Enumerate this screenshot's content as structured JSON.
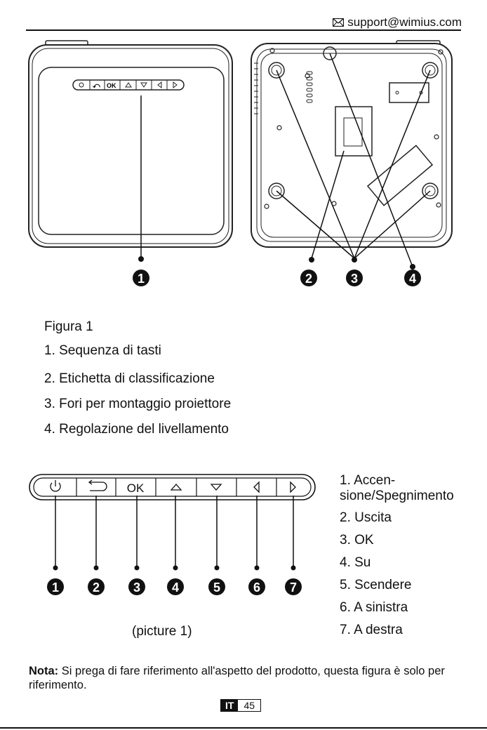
{
  "header": {
    "email": "support@wimius.com",
    "icon": "envelope-icon"
  },
  "figure1": {
    "callouts": [
      "1",
      "2",
      "3",
      "4"
    ],
    "button_labels": [
      "OK"
    ]
  },
  "caption_list": {
    "title": "Figura 1",
    "items": [
      "1. Sequenza di tasti",
      "2. Etichetta di classificazione",
      "3. Fori per montaggio proiettore",
      "4. Regolazione del livellamento"
    ]
  },
  "button_strip": {
    "ok_label": "OK",
    "callouts": [
      "1",
      "2",
      "3",
      "4",
      "5",
      "6",
      "7"
    ],
    "caption": "(picture 1)"
  },
  "button_legend": {
    "items": [
      "1. Accen-\nsione/Spegnimento",
      "2. Uscita",
      "3. OK",
      "4. Su",
      "5. Scendere",
      "6. A sinistra",
      "7. A destra"
    ]
  },
  "note": {
    "label": "Nota:",
    "text": " Si prega di fare riferimento all'aspetto del prodotto, questa figura è solo per riferimento."
  },
  "footer": {
    "lang": "IT",
    "page": "45"
  }
}
